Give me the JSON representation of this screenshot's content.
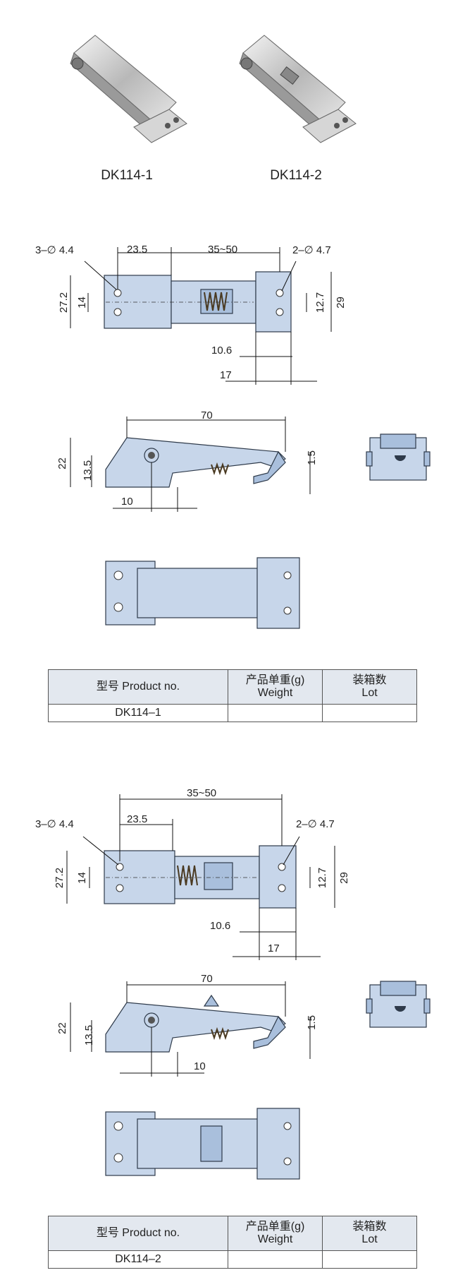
{
  "products": [
    {
      "label": "DK114-1"
    },
    {
      "label": "DK114-2"
    }
  ],
  "drawing1": {
    "top": {
      "holes_left": "3–∅ 4.4",
      "holes_right": "2–∅ 4.7",
      "d_23_5": "23.5",
      "d_range": "35~50",
      "d_27_2": "27.2",
      "d_14": "14",
      "d_12_7": "12.7",
      "d_29": "29",
      "d_10_6": "10.6",
      "d_17": "17"
    },
    "side": {
      "d_70": "70",
      "d_22": "22",
      "d_13_5": "13.5",
      "d_1_5": "1.5",
      "d_10": "10"
    }
  },
  "drawing2": {
    "top": {
      "holes_left": "3–∅ 4.4",
      "holes_right": "2–∅ 4.7",
      "d_23_5": "23.5",
      "d_range": "35~50",
      "d_27_2": "27.2",
      "d_14": "14",
      "d_12_7": "12.7",
      "d_29": "29",
      "d_10_6": "10.6",
      "d_17": "17"
    },
    "side": {
      "d_70": "70",
      "d_22": "22",
      "d_13_5": "13.5",
      "d_1_5": "1.5",
      "d_10": "10"
    }
  },
  "table_headers": {
    "product_cn": "型号",
    "product_en": "Product no.",
    "weight_cn": "产品单重(g)",
    "weight_en": "Weight",
    "lot_cn": "装箱数",
    "lot_en": "Lot"
  },
  "table1": {
    "product": "DK114–1",
    "weight": "",
    "lot": ""
  },
  "table2": {
    "product": "DK114–2",
    "weight": "",
    "lot": ""
  },
  "colors": {
    "part_fill": "#c7d6ea",
    "header_bg": "#e3e8ef"
  }
}
